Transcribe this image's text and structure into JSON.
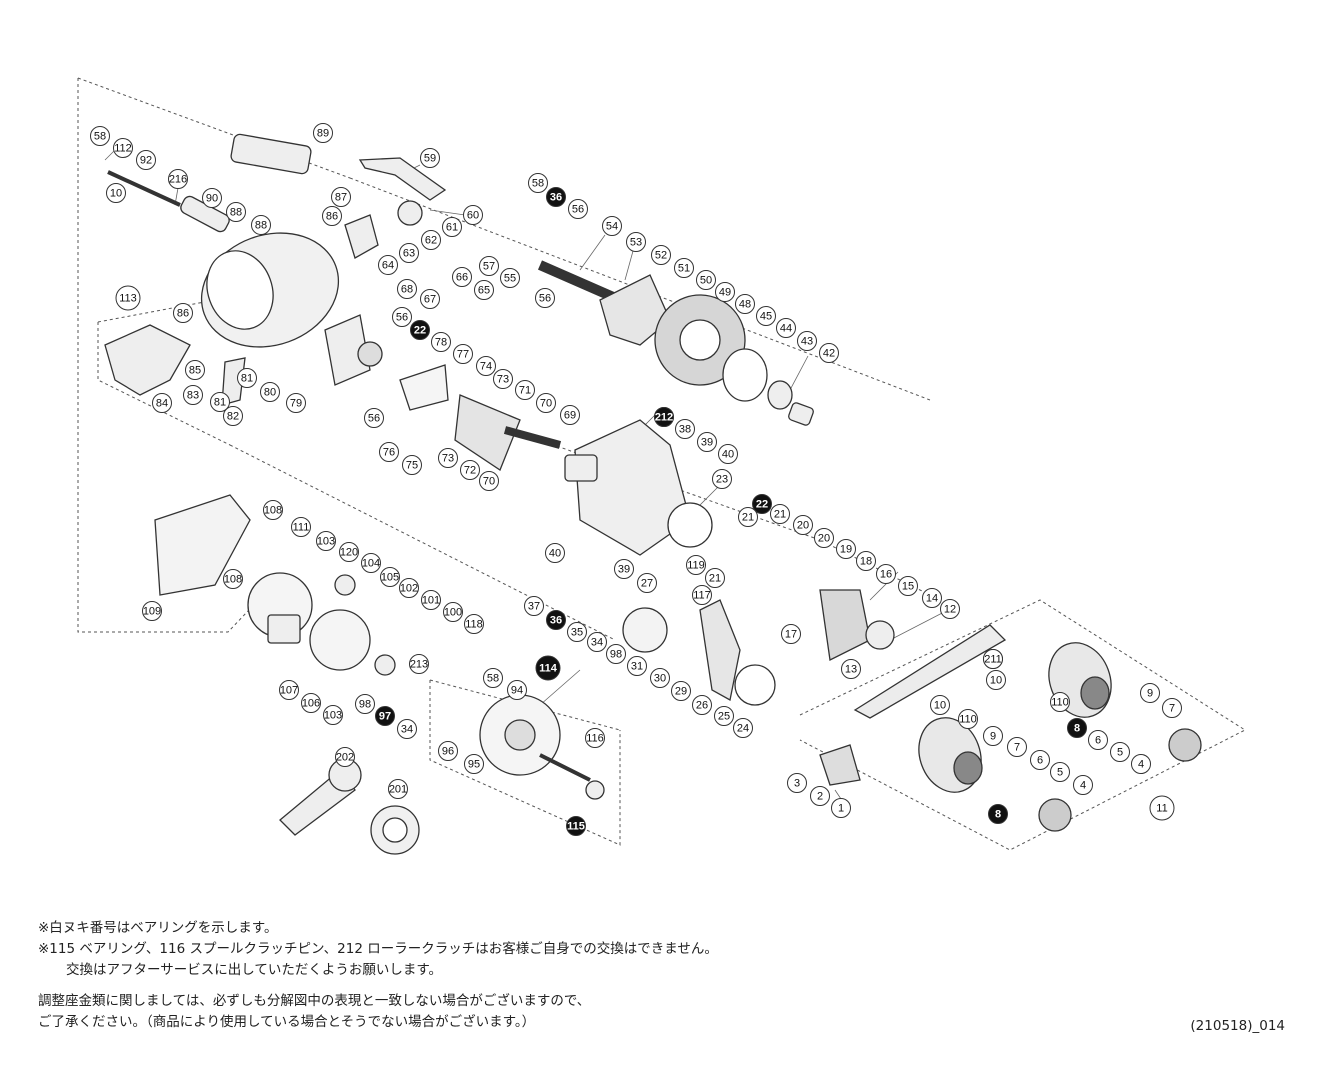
{
  "diagram": {
    "labels": [
      "1",
      "2",
      "3",
      "4",
      "5",
      "6",
      "7",
      "8",
      "9",
      "10",
      "11",
      "12",
      "13",
      "14",
      "15",
      "16",
      "17",
      "18",
      "19",
      "20",
      "21",
      "22",
      "23",
      "24",
      "25",
      "26",
      "27",
      "29",
      "30",
      "31",
      "34",
      "35",
      "36",
      "37",
      "38",
      "39",
      "40",
      "42",
      "43",
      "44",
      "45",
      "48",
      "49",
      "50",
      "51",
      "52",
      "53",
      "54",
      "55",
      "56",
      "57",
      "58",
      "59",
      "60",
      "61",
      "62",
      "63",
      "64",
      "65",
      "66",
      "67",
      "68",
      "69",
      "70",
      "71",
      "72",
      "73",
      "74",
      "75",
      "76",
      "77",
      "78",
      "79",
      "80",
      "81",
      "82",
      "83",
      "84",
      "85",
      "86",
      "87",
      "88",
      "89",
      "90",
      "92",
      "94",
      "95",
      "96",
      "97",
      "98",
      "100",
      "101",
      "102",
      "103",
      "104",
      "105",
      "106",
      "107",
      "108",
      "109",
      "110",
      "111",
      "112",
      "113",
      "114",
      "115",
      "116",
      "117",
      "118",
      "119",
      "120",
      "201",
      "202",
      "211",
      "212",
      "213",
      "216"
    ],
    "assembly_labels": [
      "11",
      "113",
      "114"
    ]
  },
  "notes": {
    "line1": "※白ヌキ番号はベアリングを示します。",
    "line2": "※115 ベアリング、116 スプールクラッチピン、212 ローラークラッチはお客様ご自身での交換はできません。",
    "line3": "交換はアフターサービスに出していただくようお願いします。",
    "line4": "調整座金類に関しましては、必ずしも分解図中の表現と一致しない場合がございますので、",
    "line5": "ご了承ください。（商品により使用している場合とそうでない場合がございます。）"
  },
  "doc_code": "(210518)_014"
}
